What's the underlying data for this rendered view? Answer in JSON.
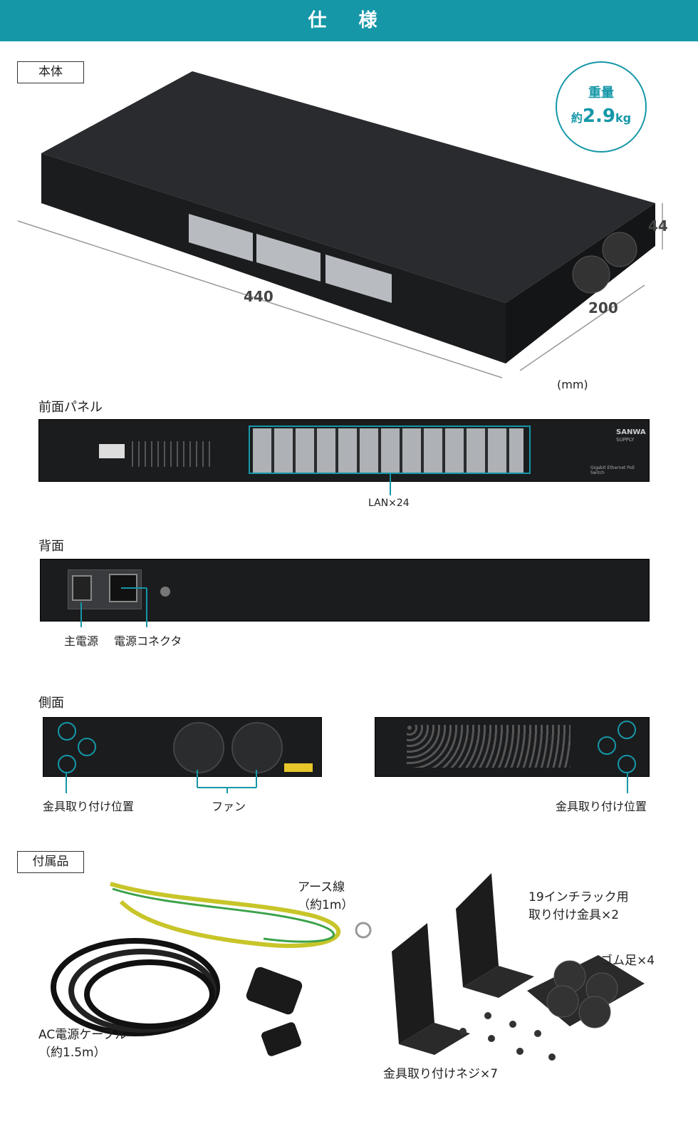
{
  "header": {
    "title": "仕 様"
  },
  "body_section": {
    "label": "本体"
  },
  "weight": {
    "line1": "重量",
    "prefix": "約",
    "value": "2.9",
    "unit": "kg"
  },
  "dimensions": {
    "width": "440",
    "depth": "200",
    "height": "44",
    "unit": "(mm)"
  },
  "front": {
    "title": "前面パネル",
    "lan": "LAN×24",
    "brand": "SANWA",
    "brand_sub": "SUPPLY",
    "model": "Gigabit Ethernet PoE Switch"
  },
  "back": {
    "title": "背面",
    "power_switch": "主電源",
    "power_connector": "電源コネクタ"
  },
  "side": {
    "title": "側面",
    "mount_left": "金具取り付け位置",
    "fan": "ファン",
    "mount_right": "金具取り付け位置"
  },
  "accessories": {
    "label": "付属品",
    "earth_line1": "アース線",
    "earth_line2": "（約1m）",
    "bracket_line1": "19インチラック用",
    "bracket_line2": "取り付け金具×2",
    "rubber_feet": "ゴム足×4",
    "ac_line1": "AC電源ケーブル",
    "ac_line2": "（約1.5m）",
    "screws": "金具取り付けネジ×7"
  },
  "colors": {
    "accent": "#1597a8",
    "device": "#1b1c1e"
  }
}
